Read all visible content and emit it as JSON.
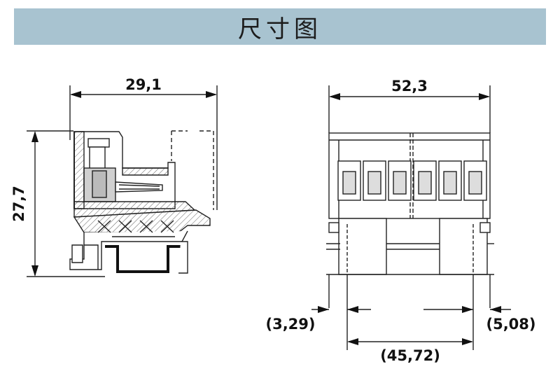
{
  "header": {
    "title": "尺寸图"
  },
  "dimensions": {
    "side_width": "29,1",
    "side_height": "27,7",
    "front_width": "52,3",
    "left_offset": "(3,29)",
    "right_offset": "(5,08)",
    "pitch_span": "(45,72)"
  },
  "colors": {
    "header_bg": "#a8c3d0",
    "line": "#222222",
    "rail": "#111111"
  }
}
